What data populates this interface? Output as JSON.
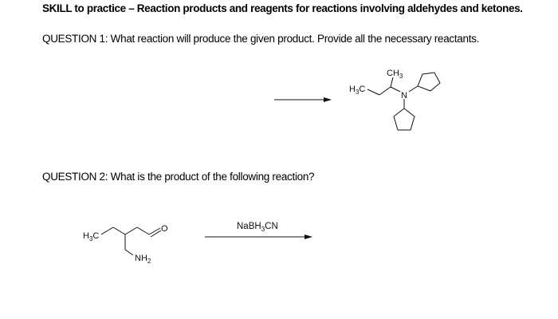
{
  "heading": "SKILL to practice – Reaction products and reagents for reactions involving aldehydes and ketones.",
  "question1": {
    "prompt": "QUESTION 1: What reaction will produce the given product. Provide all the necessary reactants.",
    "product_labels": {
      "h3c": "H",
      "h3c_sub": "3",
      "h3c_c": "C",
      "ch3": "CH",
      "ch3_sub": "3",
      "n": "N"
    }
  },
  "question2": {
    "prompt": "QUESTION 2: What is the product of the following reaction?",
    "reactant_labels": {
      "h3c": "H",
      "h3c_sub": "3",
      "h3c_c": "C",
      "o": "O",
      "nh2": "NH",
      "nh2_sub": "2"
    },
    "reagent": {
      "main": "NaBH",
      "sub": "3",
      "tail": "CN"
    }
  }
}
